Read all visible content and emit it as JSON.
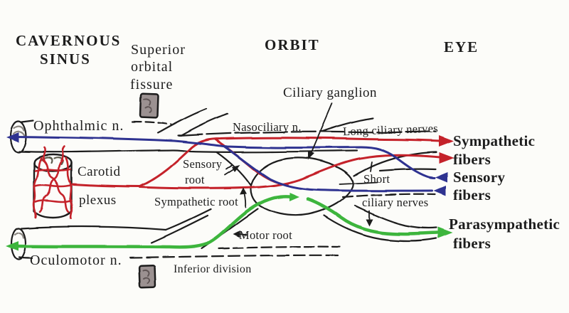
{
  "regions": {
    "cavernous_sinus_line1": "CAVERNOUS",
    "cavernous_sinus_line2": "SINUS",
    "fissure_line1": "Superior",
    "fissure_line2": "orbital",
    "fissure_line3": "fissure",
    "orbit": "ORBIT",
    "eye": "EYE"
  },
  "structures": {
    "ophthalmic_nerve": "Ophthalmic n.",
    "carotid_line1": "Carotid",
    "carotid_line2": "plexus",
    "oculomotor_nerve": "Oculomotor n.",
    "ciliary_ganglion": "Ciliary ganglion",
    "nasociliary_nerve": "Nasociliary n.",
    "long_ciliary_nerves": "Long ciliary nerves",
    "short_ciliary_line1": "Short",
    "short_ciliary_line2": "ciliary nerves",
    "sensory_root_line1": "Sensory",
    "sensory_root_line2": "root",
    "sympathetic_root": "Sympathetic root",
    "motor_root": "Motor root",
    "inferior_division": "Inferior division"
  },
  "fiber_outputs": {
    "sympathetic_line1": "Sympathetic",
    "sympathetic_line2": "fibers",
    "sensory_line1": "Sensory",
    "sensory_line2": "fibers",
    "parasympathetic_line1": "Parasympathetic",
    "parasympathetic_line2": "fibers"
  },
  "colors": {
    "sympathetic_red": "#c4232b",
    "sensory_blue": "#2e3190",
    "parasympathetic_green": "#3cb53c",
    "outline_black": "#1b1b1b",
    "bone_gray": "#998f8f"
  }
}
